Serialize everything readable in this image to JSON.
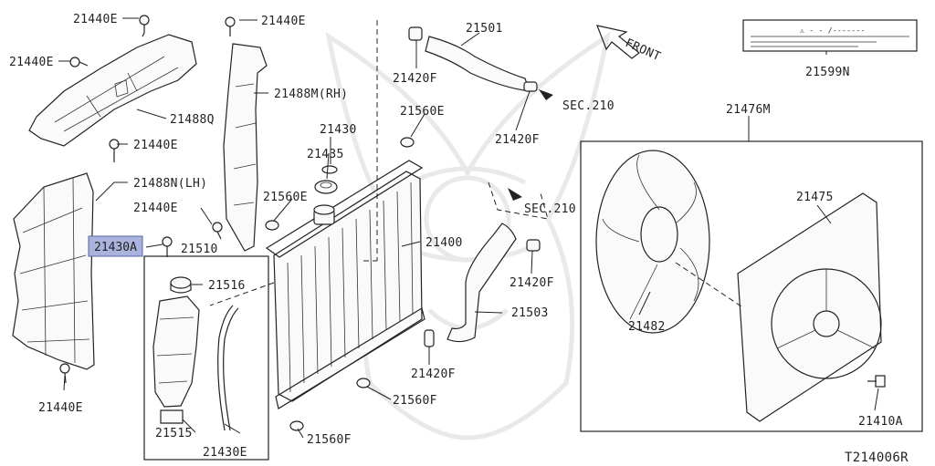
{
  "diagram_id": "T214006R",
  "front_label": "FRONT",
  "sec_labels": [
    "SEC.210",
    "SEC.210"
  ],
  "highlight_color": "#aab3dd",
  "selected_part": "21430A",
  "warning_label": {
    "part_no": "21599N",
    "symbol": "⚠ - - /-------"
  },
  "parts": [
    {
      "id": "p0",
      "part_no": "21440E"
    },
    {
      "id": "p1",
      "part_no": "21440E"
    },
    {
      "id": "p2",
      "part_no": "21440E"
    },
    {
      "id": "p3",
      "part_no": "21440E"
    },
    {
      "id": "p4",
      "part_no": "21440E"
    },
    {
      "id": "p5",
      "part_no": "21440E"
    },
    {
      "id": "p6",
      "part_no": "21488Q"
    },
    {
      "id": "p7",
      "part_no": "21488M(RH)"
    },
    {
      "id": "p8",
      "part_no": "21488N(LH)"
    },
    {
      "id": "p9",
      "part_no": "21430A"
    },
    {
      "id": "p10",
      "part_no": "21510"
    },
    {
      "id": "p11",
      "part_no": "21516"
    },
    {
      "id": "p12",
      "part_no": "21515"
    },
    {
      "id": "p13",
      "part_no": "21430E"
    },
    {
      "id": "p14",
      "part_no": "21430"
    },
    {
      "id": "p15",
      "part_no": "21435"
    },
    {
      "id": "p16",
      "part_no": "21560E"
    },
    {
      "id": "p17",
      "part_no": "21560E"
    },
    {
      "id": "p18",
      "part_no": "21560F"
    },
    {
      "id": "p19",
      "part_no": "21560F"
    },
    {
      "id": "p20",
      "part_no": "21400"
    },
    {
      "id": "p21",
      "part_no": "21501"
    },
    {
      "id": "p22",
      "part_no": "21420F"
    },
    {
      "id": "p23",
      "part_no": "21420F"
    },
    {
      "id": "p24",
      "part_no": "21420F"
    },
    {
      "id": "p25",
      "part_no": "21420F"
    },
    {
      "id": "p26",
      "part_no": "21503"
    },
    {
      "id": "p27",
      "part_no": "21476M"
    },
    {
      "id": "p28",
      "part_no": "21475"
    },
    {
      "id": "p29",
      "part_no": "21482"
    },
    {
      "id": "p30",
      "part_no": "21410A"
    }
  ]
}
